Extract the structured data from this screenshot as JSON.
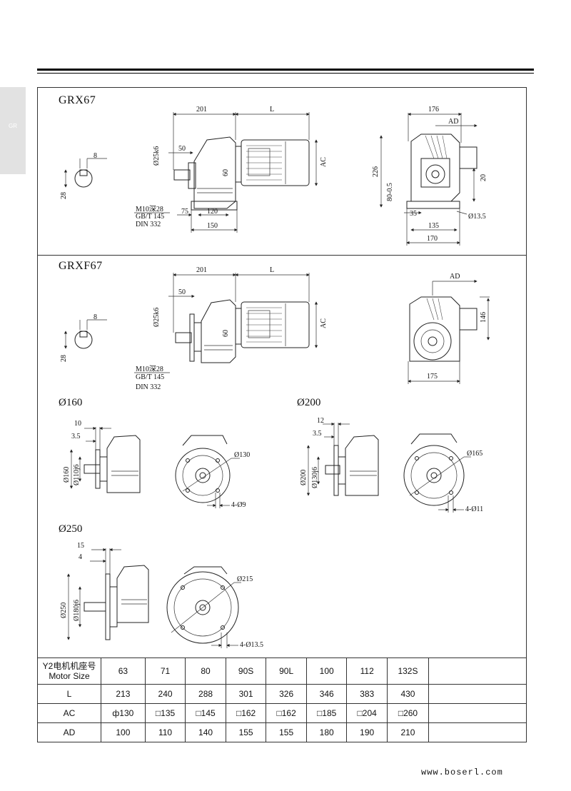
{
  "side_tab": "GR",
  "sections": {
    "grx67": {
      "title": "GRX67",
      "key": {
        "w": "8",
        "h": "28"
      },
      "side": {
        "dim_201": "201",
        "dim_L": "L",
        "dim_50": "50",
        "dim_shaft": "Ø25k6",
        "dim_60": "60",
        "dim_AC": "AC",
        "thread": "M10深28",
        "std1": "GB/T 145",
        "std2": "DIN 332",
        "dim_75": "75",
        "dim_120": "120",
        "dim_150": "150"
      },
      "end": {
        "dim_176": "176",
        "dim_AD": "AD",
        "dim_226": "226",
        "dim_tol": "80-0.5",
        "dim_20": "20",
        "dim_35": "35",
        "dim_hole": "Ø13.5",
        "dim_135": "135",
        "dim_170": "170"
      }
    },
    "grxf67": {
      "title": "GRXF67",
      "key": {
        "w": "8",
        "h": "28"
      },
      "side": {
        "dim_201": "201",
        "dim_L": "L",
        "dim_50": "50",
        "dim_shaft": "Ø25k6",
        "dim_60": "60",
        "dim_AC": "AC",
        "thread": "M10深28",
        "std1": "GB/T 145",
        "std2": "DIN 332"
      },
      "end": {
        "dim_AD": "AD",
        "dim_146": "146",
        "dim_175": "175"
      }
    },
    "flange160": {
      "title": "Ø160",
      "dim_10": "10",
      "dim_35": "3.5",
      "dim_outer": "Ø160",
      "dim_spigot": "Ø110j6",
      "dim_pcd": "Ø130",
      "dim_holes": "4-Ø9"
    },
    "flange200": {
      "title": "Ø200",
      "dim_12": "12",
      "dim_35": "3.5",
      "dim_outer": "Ø200",
      "dim_spigot": "Ø130j6",
      "dim_pcd": "Ø165",
      "dim_holes": "4-Ø11"
    },
    "flange250": {
      "title": "Ø250",
      "dim_15": "15",
      "dim_4": "4",
      "dim_outer": "Ø250",
      "dim_spigot": "Ø180j6",
      "dim_pcd": "Ø215",
      "dim_holes": "4-Ø13.5"
    }
  },
  "table": {
    "header_cn": "Y2电机机座号",
    "header_en": "Motor Size",
    "sizes": [
      "63",
      "71",
      "80",
      "90S",
      "90L",
      "100",
      "112",
      "132S"
    ],
    "rows": [
      {
        "label": "L",
        "values": [
          "213",
          "240",
          "288",
          "301",
          "326",
          "346",
          "383",
          "430"
        ]
      },
      {
        "label": "AC",
        "values": [
          "ф130",
          "□135",
          "□145",
          "□162",
          "□162",
          "□185",
          "□204",
          "□260"
        ]
      },
      {
        "label": "AD",
        "values": [
          "100",
          "110",
          "140",
          "155",
          "155",
          "180",
          "190",
          "210"
        ]
      }
    ]
  },
  "footer_url": "www.boserl.com"
}
